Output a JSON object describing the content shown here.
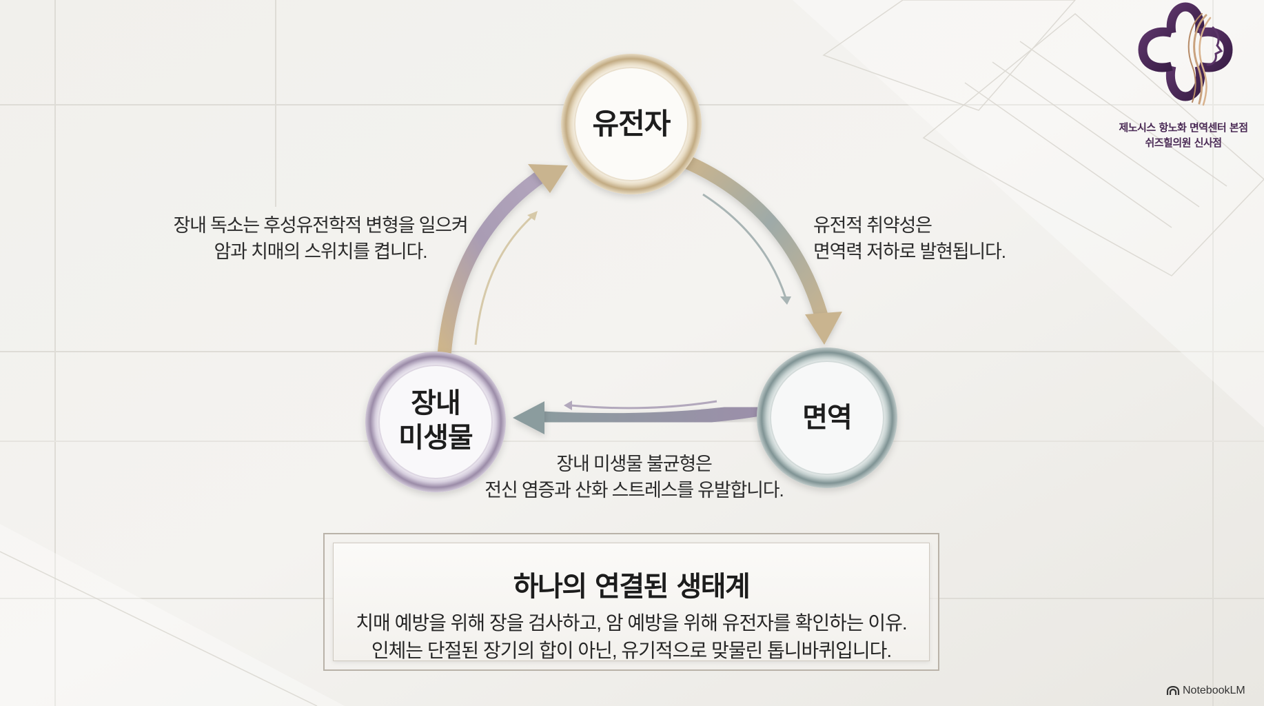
{
  "diagram": {
    "nodes": [
      {
        "id": "gene",
        "label_lines": [
          "유전자"
        ]
      },
      {
        "id": "immune",
        "label_lines": [
          "면역"
        ]
      },
      {
        "id": "gut",
        "label_lines": [
          "장내",
          "미생물"
        ]
      }
    ],
    "edges": [
      {
        "from": "gene",
        "to": "immune",
        "caption_lines": [
          "유전적 취약성은",
          "면역력 저하로 발현됩니다."
        ]
      },
      {
        "from": "immune",
        "to": "gut",
        "caption_lines": [
          "장내 미생물 불균형은",
          "전신 염증과 산화 스트레스를 유발합니다."
        ]
      },
      {
        "from": "gut",
        "to": "gene",
        "caption_lines": [
          "장내 독소는 후성유전학적 변형을 일으켜",
          "암과 치매의 스위치를 켭니다."
        ]
      }
    ]
  },
  "summary": {
    "title": "하나의 연결된 생태계",
    "lines": [
      "치매  예방을 위해 장을 검사하고, 암 예방을 위해 유전자를 확인하는 이유.",
      "인체는 단절된 장기의 합이 아닌, 유기적으로 맞물린 톱니바퀴입니다."
    ]
  },
  "logo": {
    "lines": [
      "제노시스 항노화 면역센터 본점",
      "쉬즈힐의원 신사점"
    ],
    "icon": "cross-face-logo-icon"
  },
  "watermark": {
    "text": "NotebookLM",
    "icon": "notebooklm-icon"
  },
  "colors": {
    "gene": "#c9b48f",
    "immune": "#8a9ea0",
    "gut": "#a597b0",
    "logo": "#4a2a55"
  }
}
